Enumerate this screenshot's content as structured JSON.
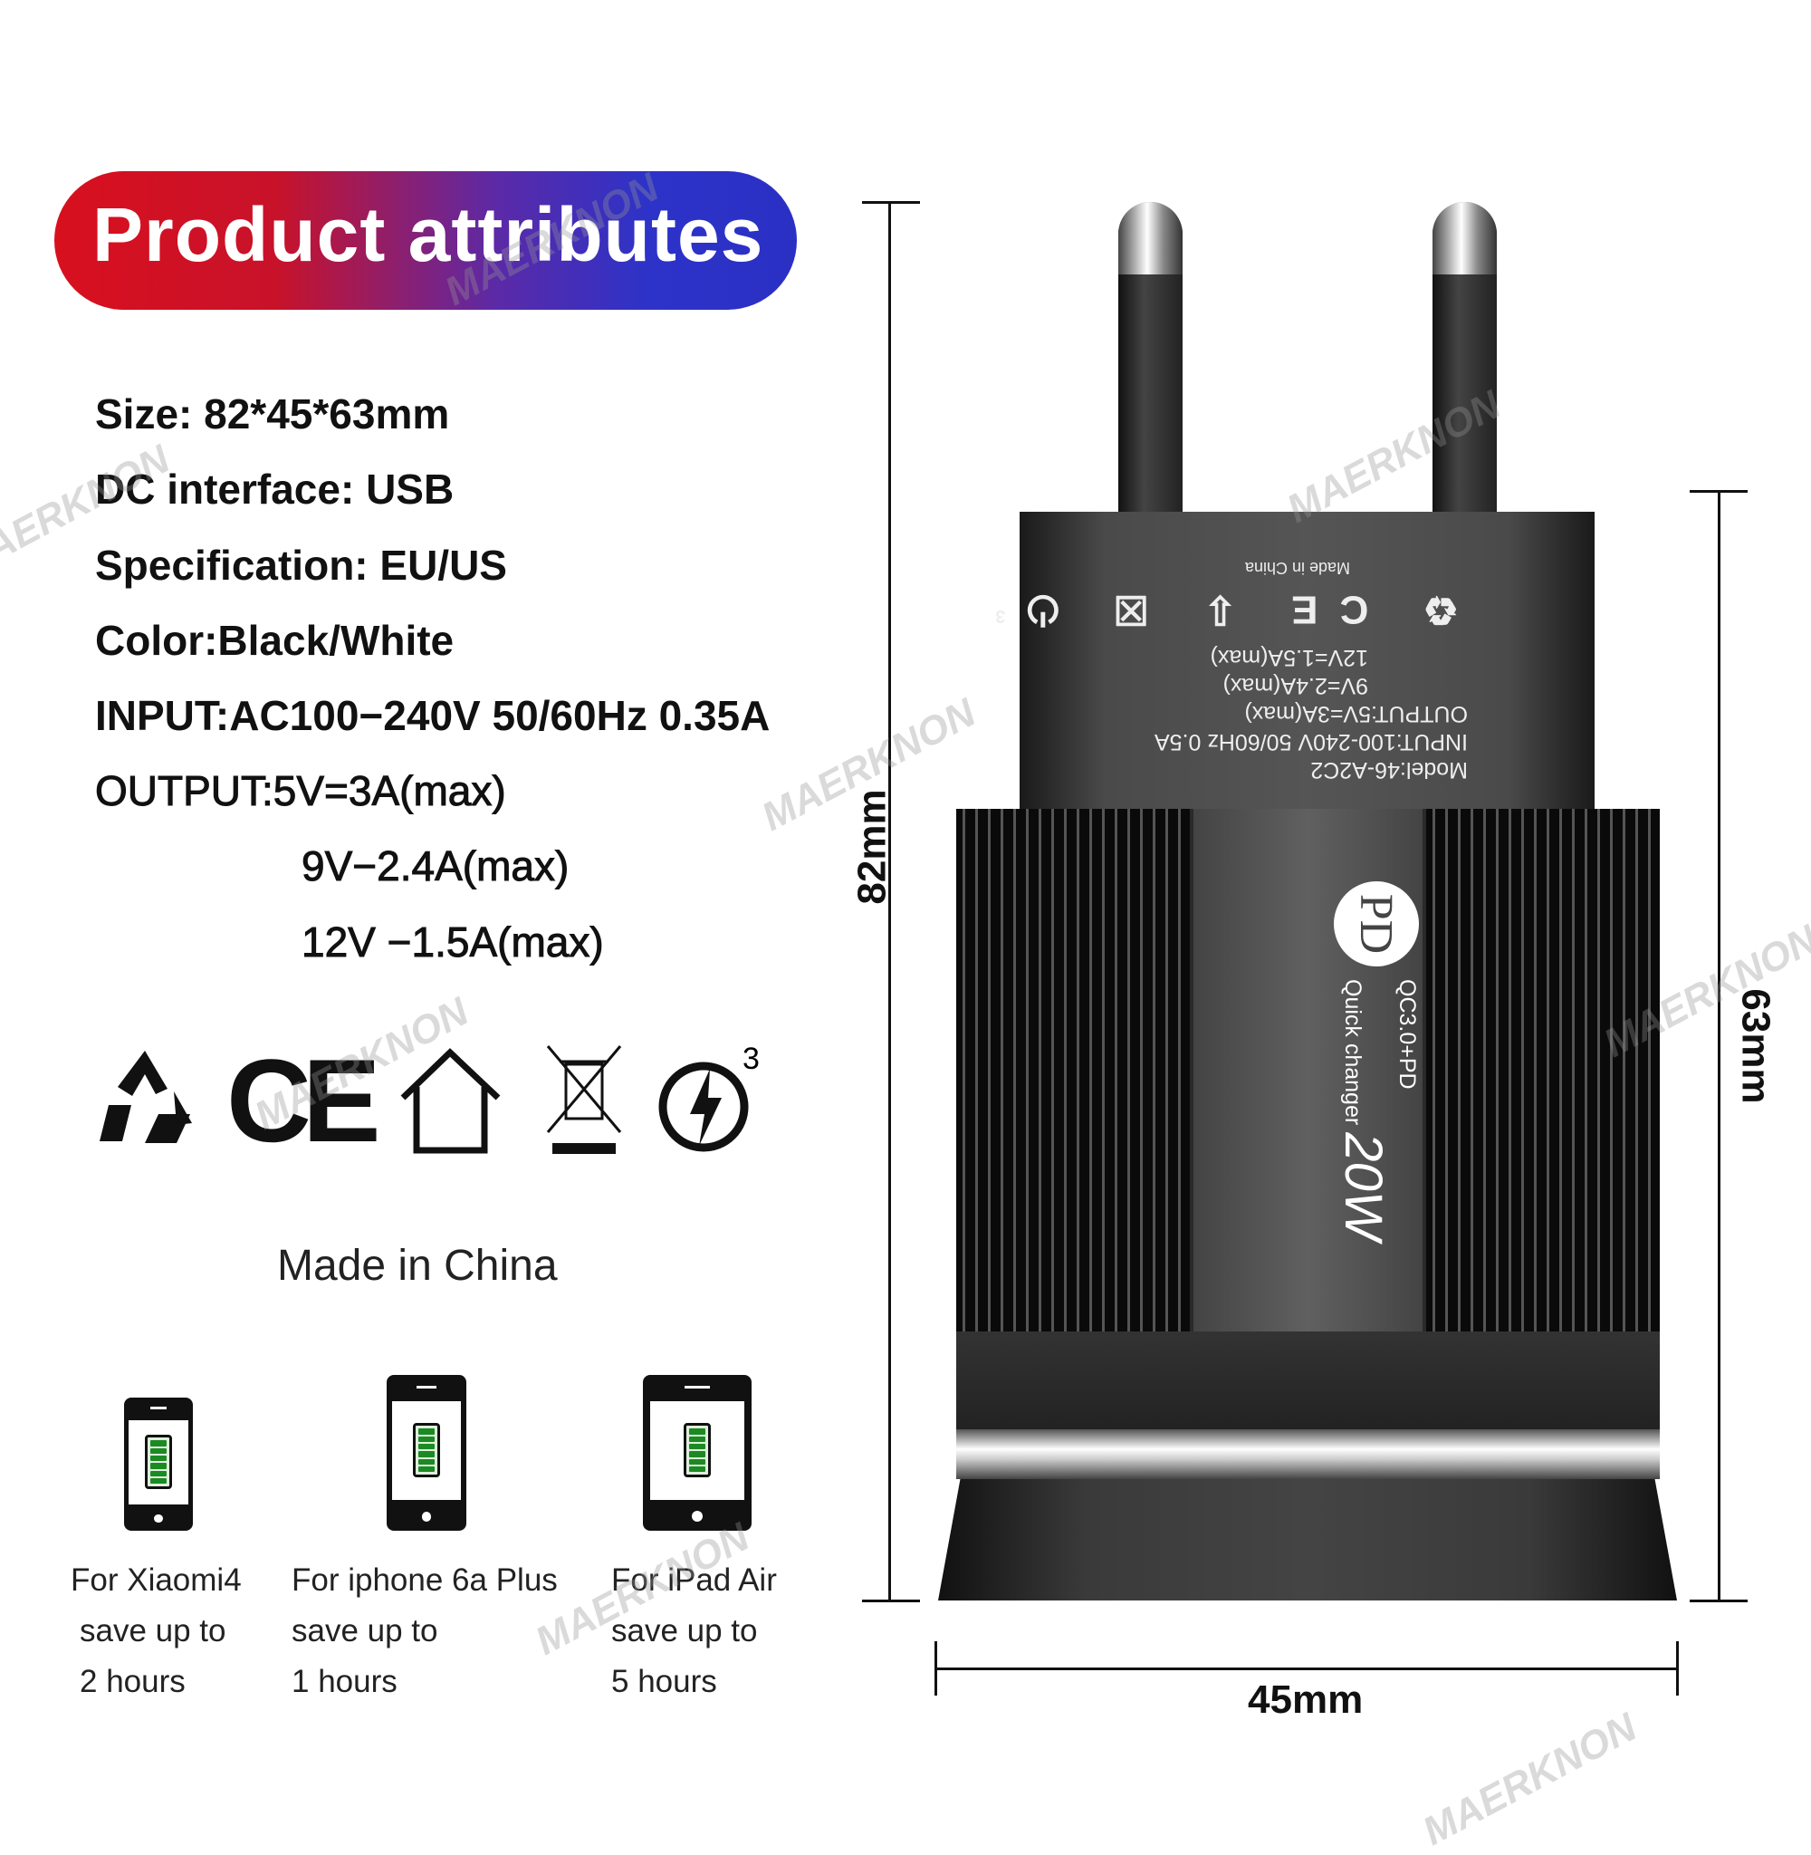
{
  "header": {
    "title": "Product attributes"
  },
  "attributes": {
    "size": "Size: 82*45*63mm",
    "dc_interface": "DC interface: USB",
    "specification": "Specification: EU/US",
    "color": "Color:Black/White",
    "input": "INPUT:AC100−240V 50/60Hz 0.35A",
    "output_1": "OUTPUT:5V=3A(max)",
    "output_2": "9V−2.4A(max)",
    "output_3": "12V −1.5A(max)"
  },
  "certifications": {
    "ce": "CE",
    "qc_superscript": "3",
    "icons": [
      "recycle-icon",
      "ce-mark-icon",
      "house-icon",
      "weee-bin-icon",
      "quick-charge-icon"
    ]
  },
  "made_in": "Made in China",
  "devices": [
    {
      "line1": "For Xiaomi4",
      "line2": "save up to",
      "line3": "2 hours"
    },
    {
      "line1": "For iphone 6a Plus",
      "line2": "save up to",
      "line3": "1 hours"
    },
    {
      "line1": "For iPad Air",
      "line2": "save up to",
      "line3": "5 hours"
    }
  ],
  "charger": {
    "label": {
      "made_in": "Made in China",
      "qc_sup": "3",
      "ce": "CE",
      "out3": "12V=1.5A(max)",
      "out2": "9V=2.4A(max)",
      "out1": "OUTPUT:5V=3A(max)",
      "input": "INPUT:100-240V 50/60Hz 0.5A",
      "model": "Model:46-A2C2"
    },
    "pd_badge": "PD",
    "qc_text": "QC3.0+PD",
    "quick_text": "Quick changer",
    "power": "20W"
  },
  "dimensions": {
    "height": "82mm",
    "depth": "63mm",
    "width": "45mm"
  },
  "watermark": "MAERKNON"
}
